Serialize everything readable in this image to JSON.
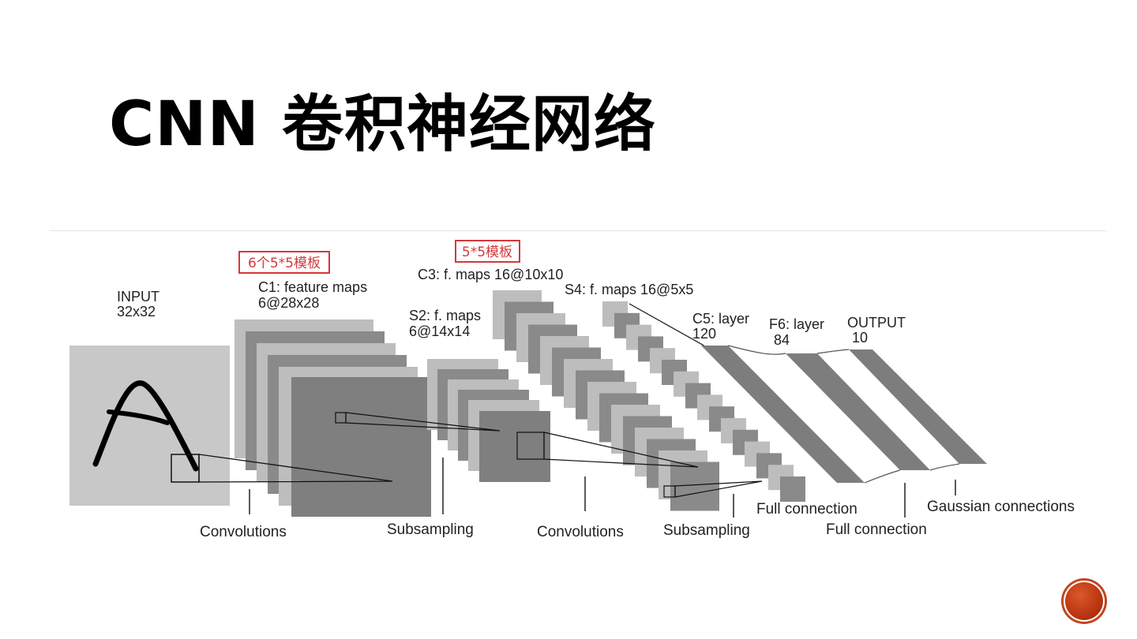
{
  "slide": {
    "title": "CNN 卷积神经网络"
  },
  "diagram": {
    "annotations": [
      "6个5*5模板",
      "5*5模板"
    ],
    "layers": [
      {
        "name": "INPUT",
        "size": "32x32"
      },
      {
        "name": "C1: feature maps",
        "size": "6@28x28"
      },
      {
        "name": "S2: f. maps",
        "size": "6@14x14"
      },
      {
        "name": "C3: f. maps 16@10x10",
        "size": ""
      },
      {
        "name": "S4: f. maps 16@5x5",
        "size": ""
      },
      {
        "name": "C5: layer",
        "size": "120"
      },
      {
        "name": "F6: layer",
        "size": "84"
      },
      {
        "name": "OUTPUT",
        "size": "10"
      }
    ],
    "operations": [
      "Convolutions",
      "Subsampling",
      "Convolutions",
      "Subsampling",
      "Full connection",
      "Full connection",
      "Gaussian connections"
    ],
    "colors": {
      "input_bg": "#c8c8c8",
      "map_light": "#bdbdbd",
      "map_dark": "#8a8a8a",
      "fc_band": "#7d7d7d",
      "stroke": "#111111",
      "annotation": "#d23a3a"
    }
  },
  "nav": {
    "icon": "circle-nav-button",
    "color": "#c4441c"
  }
}
